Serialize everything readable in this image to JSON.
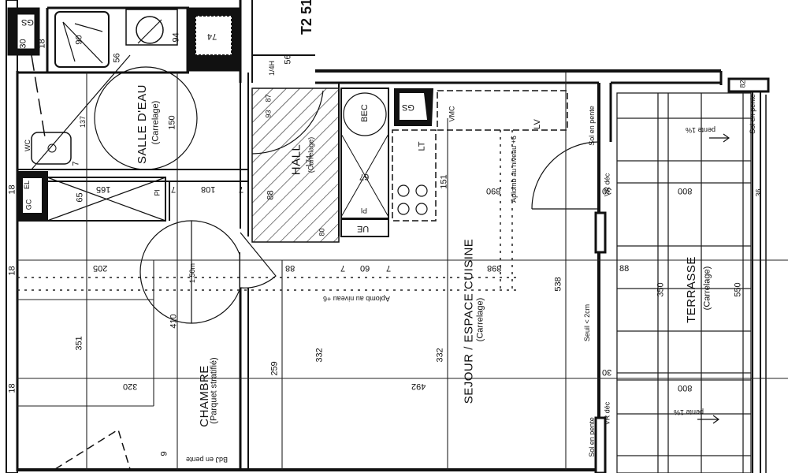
{
  "plan": {
    "unit_label": "T2 51",
    "rooms": [
      {
        "name": "SALLE D'EAU",
        "floor": "(Carrelage)",
        "area": "150"
      },
      {
        "name": "HALL",
        "floor": "(Carrelage)",
        "area": "174"
      },
      {
        "name": "CHAMBRE",
        "floor": "(Parquet stratifié)"
      },
      {
        "name": "SEJOUR / ESPACE CUISINE",
        "floor": "(Carrelage)"
      },
      {
        "name": "TERRASSE",
        "floor": "(Carrelage)"
      }
    ],
    "fixtures": {
      "gaine_1": "GS",
      "gaine_2": "GS",
      "bec": "BEC",
      "lv": "LV",
      "lt": "LT",
      "ue": "UE",
      "wc": "WC",
      "vmc": "VMC",
      "placard_pl1": "Pl",
      "placard_pl2": "Pl",
      "el": "EL",
      "gc": "GC",
      "vr_dec_top": "VR déc",
      "vr_dec_bottom": "VR déc",
      "fridge_dim": "74",
      "shower_dim": "90"
    },
    "annotations": {
      "aplomb_top": "Aplomb au niveau +6",
      "aplomb_mid": "Aplomb au niveau +6",
      "seuil": "Seuil < 2cm",
      "sol_en_pente_1": "Sol en pente",
      "sol_en_pente_2": "Sol en pente",
      "sol_en_pente_3": "Sol en pente",
      "bd_en_pente": "BdJ en pente",
      "turning_circle": "1.50m",
      "vh": "1/4H",
      "pente_terrasse_1": "pente 1%",
      "pente_terrasse_2": "pente 1%"
    },
    "dimensions": {
      "d_30_tl": "30",
      "d_18_tl": "18",
      "d_90": "90",
      "d_94": "94",
      "d_74": "74",
      "d_56": "56",
      "d_56b": "56",
      "d_137": "137",
      "d_7a": "7",
      "d_18_left": "18",
      "d_65": "65",
      "d_165": "165",
      "d_7b": "7",
      "d_108": "108",
      "d_7c": "7",
      "d_88a": "88",
      "d_18_mid": "18",
      "d_205": "205",
      "d_410": "410",
      "d_351": "351",
      "d_18_low": "18",
      "d_320": "320",
      "d_9": "9",
      "d_259": "259",
      "d_332a": "332",
      "d_332b": "332",
      "d_492": "492",
      "d_88b": "88",
      "d_7d": "7",
      "d_60": "60",
      "d_7e": "7",
      "d_898": "898",
      "d_538": "538",
      "d_151": "151",
      "d_67": "67",
      "d_890": "890",
      "d_30_vr": "30",
      "d_30_vr2": "30",
      "d_800a": "800",
      "d_800b": "800",
      "d_88c": "88",
      "d_350": "350",
      "d_550": "550",
      "d_36": "36",
      "d_82": "82",
      "d_93": "93",
      "d_87": "87",
      "d_80": "80"
    }
  }
}
